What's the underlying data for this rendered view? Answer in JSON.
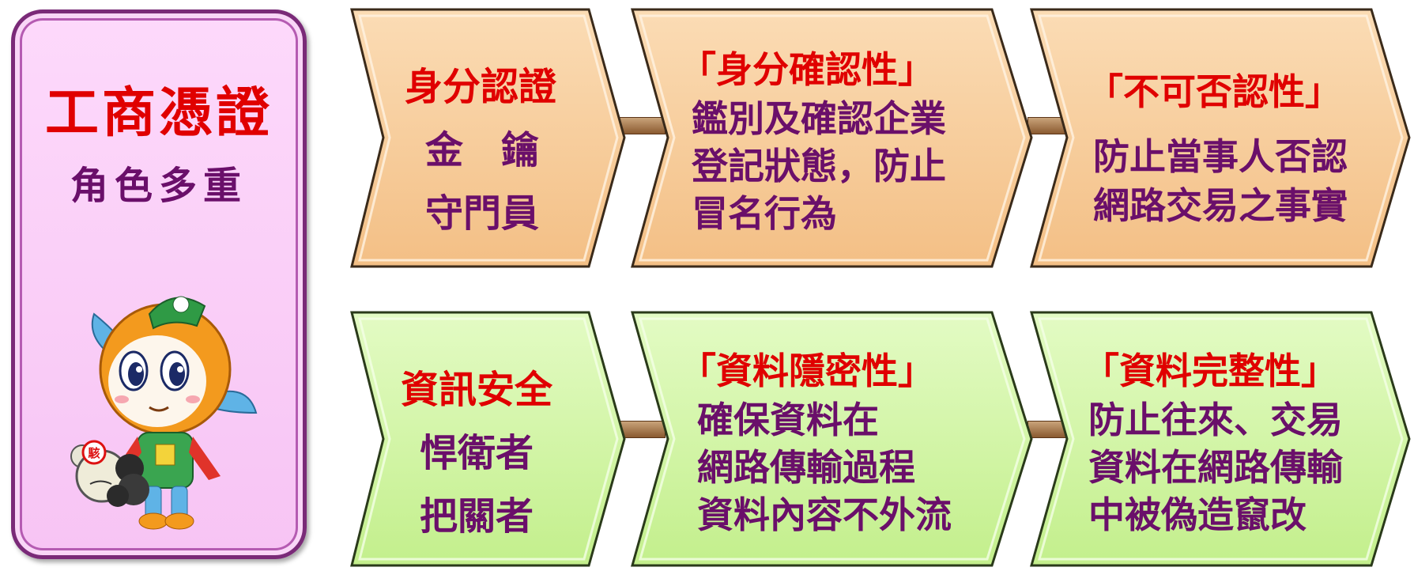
{
  "panel": {
    "title": "工商憑證",
    "subtitle": "角色多重",
    "mascot_badge": "駭"
  },
  "colors": {
    "orange_fill": "#f8cf9f",
    "green_fill": "#d4f5a8",
    "panel_fill": "#fbd0f9",
    "title_red": "#e00000",
    "text_purple": "#6a0f6a"
  },
  "row1": {
    "box1": {
      "line1": "身分認證",
      "line2": "金　鑰",
      "line3": "守門員"
    },
    "box2": {
      "title": "「身分確認性」",
      "line1": "鑑別及確認企業",
      "line2": "登記狀態，防止",
      "line3": "冒名行為"
    },
    "box3": {
      "title": "「不可否認性」",
      "line1": "防止當事人否認",
      "line2": "網路交易之事實"
    }
  },
  "row2": {
    "box1": {
      "line1": "資訊安全",
      "line2": "悍衛者",
      "line3": "把關者"
    },
    "box2": {
      "title": "「資料隱密性」",
      "line1": "確保資料在",
      "line2": "網路傳輸過程",
      "line3": "資料內容不外流"
    },
    "box3": {
      "title": "「資料完整性」",
      "line1": "防止往來、交易",
      "line2": "資料在網路傳輸",
      "line3": "中被偽造竄改"
    }
  }
}
